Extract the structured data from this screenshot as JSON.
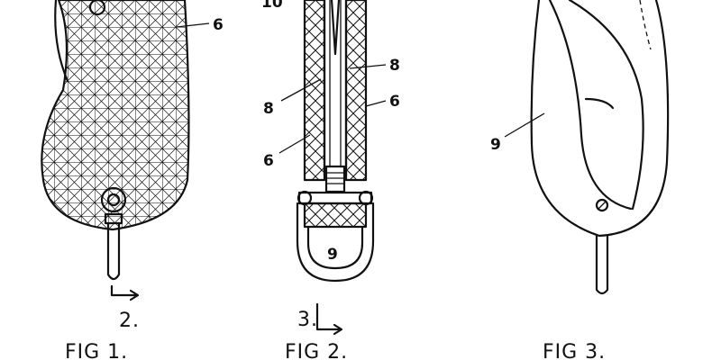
{
  "figures": [
    {
      "caption": "FIG 1.",
      "section_mark": "2."
    },
    {
      "caption": "FIG 2.",
      "section_mark": "3."
    },
    {
      "caption": "FIG 3.",
      "section_mark": ""
    }
  ],
  "references": {
    "r6_fig1": "6",
    "r10_fig2": "10",
    "r8_left": "8",
    "r8_right": "8",
    "r6_fig2_right": "6",
    "r6_fig2_left": "6",
    "r9_fig2": "9",
    "r9_fig3": "9"
  }
}
